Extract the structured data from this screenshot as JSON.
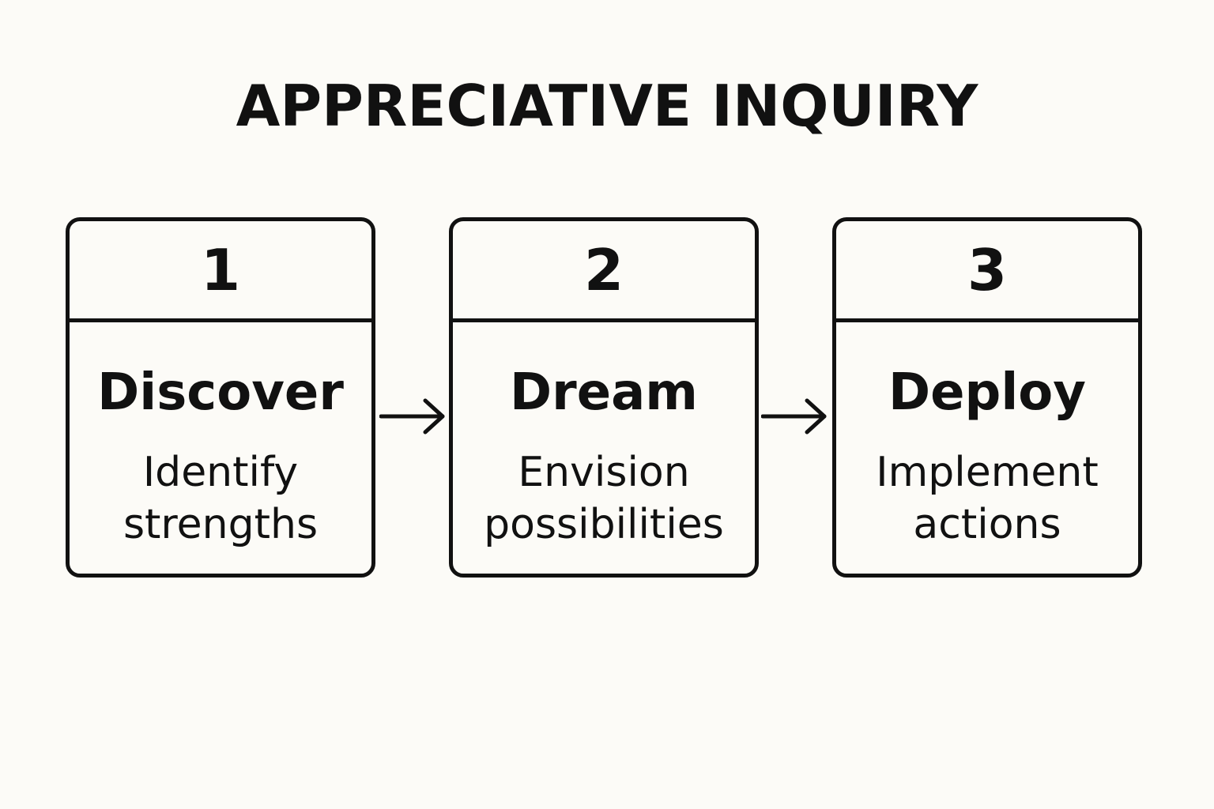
{
  "title": "APPRECIATIVE INQUIRY",
  "steps": [
    {
      "number": "1",
      "name": "Discover",
      "description": "Identify strengths"
    },
    {
      "number": "2",
      "name": "Dream",
      "description": "Envision possibilities"
    },
    {
      "number": "3",
      "name": "Deploy",
      "description": "Implement actions"
    }
  ],
  "colors": {
    "background": "#fcfbf7",
    "ink": "#111111"
  }
}
